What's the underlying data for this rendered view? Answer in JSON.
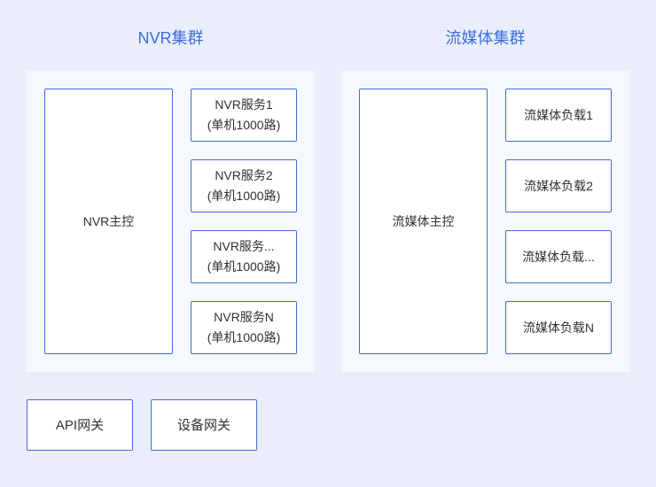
{
  "colors": {
    "page_bg": "#E9EEFA",
    "panel_bg": "#F5F8FD",
    "box_border": "#3E6ED9",
    "title_text": "#3D6BE0",
    "box_text": "#303133"
  },
  "nvr_cluster": {
    "title": "NVR集群",
    "master_label": "NVR主控",
    "nodes": [
      {
        "title": "NVR服务1",
        "subtitle": "(单机1000路)"
      },
      {
        "title": "NVR服务2",
        "subtitle": "(单机1000路)"
      },
      {
        "title": "NVR服务...",
        "subtitle": "(单机1000路)"
      },
      {
        "title": "NVR服务N",
        "subtitle": "(单机1000路)"
      }
    ]
  },
  "media_cluster": {
    "title": "流媒体集群",
    "master_label": "流媒体主控",
    "nodes": [
      {
        "title": "流媒体负载1"
      },
      {
        "title": "流媒体负载2"
      },
      {
        "title": "流媒体负载..."
      },
      {
        "title": "流媒体负载N"
      }
    ]
  },
  "gateways": [
    {
      "label": "API网关"
    },
    {
      "label": "设备网关"
    }
  ]
}
